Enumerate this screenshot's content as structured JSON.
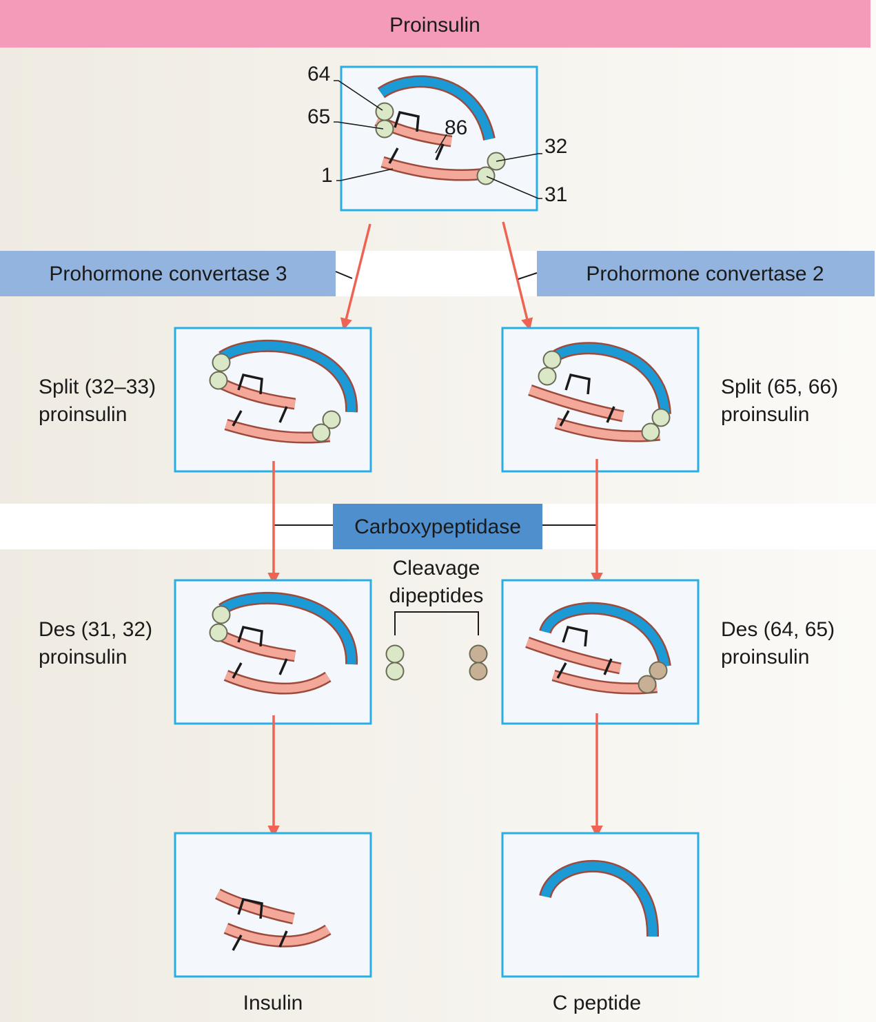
{
  "header": {
    "title": "Proinsulin"
  },
  "residue_labels": {
    "r64": "64",
    "r65": "65",
    "r86": "86",
    "r1": "1",
    "r32": "32",
    "r31": "31"
  },
  "enzymes": {
    "pc3": "Prohormone convertase 3",
    "pc2": "Prohormone convertase 2",
    "carboxypeptidase": "Carboxypeptidase"
  },
  "intermediates": {
    "split_32_33": {
      "line1": "Split (32–33)",
      "line2": "proinsulin"
    },
    "split_65_66": {
      "line1": "Split (65, 66)",
      "line2": "proinsulin"
    },
    "des_31_32": {
      "line1": "Des (31, 32)",
      "line2": "proinsulin"
    },
    "des_64_65": {
      "line1": "Des (64, 65)",
      "line2": "proinsulin"
    }
  },
  "cleavage": {
    "line1": "Cleavage",
    "line2": "dipeptides"
  },
  "products": {
    "insulin": "Insulin",
    "c_peptide": "C peptide"
  },
  "colors": {
    "header_band": "#f39bb8",
    "enzyme_band": "#92b4df",
    "carboxypeptidase_box": "#4f8fcd",
    "background": "#f1eee6",
    "box_border": "#27aee5",
    "box_fill": "#f4f7fc",
    "c_peptide_chain": "#1c9ad6",
    "insulin_chain": "#f4a89a",
    "arrow": "#ee6352",
    "dipeptide_green": "#dbe8c8",
    "dipeptide_brown": "#c7b096"
  }
}
